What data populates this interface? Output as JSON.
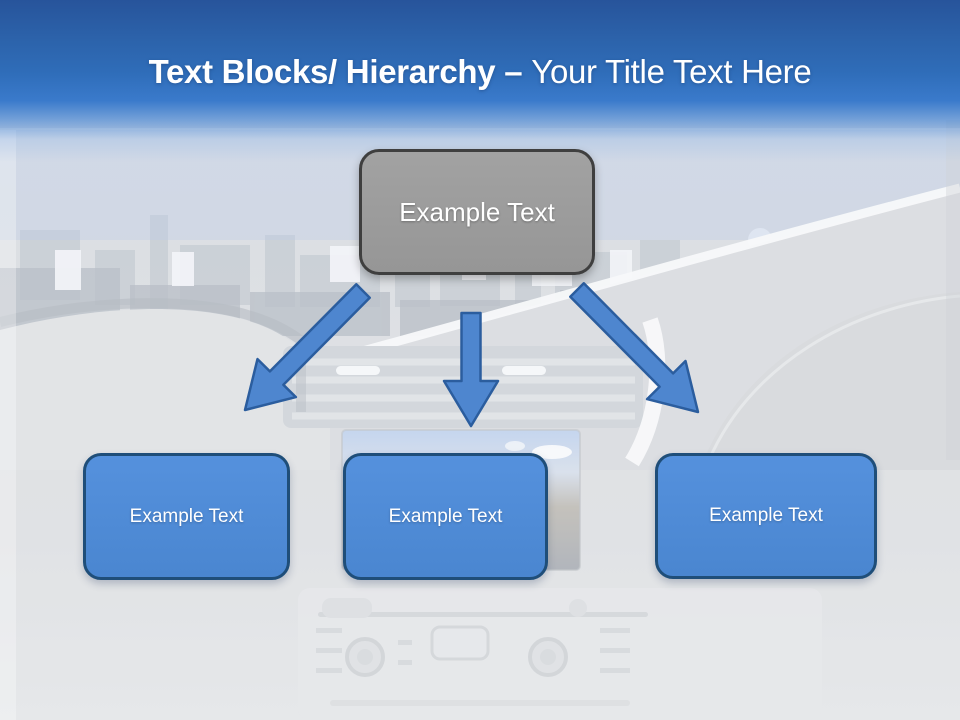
{
  "slide": {
    "title": {
      "emphasis": "Text Blocks/ Hierarchy –",
      "rest": "Your Title Text Here"
    }
  },
  "diagram": {
    "root": {
      "label": "Example Text"
    },
    "children": [
      {
        "label": "Example Text"
      },
      {
        "label": "Example Text"
      },
      {
        "label": "Example Text"
      }
    ]
  },
  "colors": {
    "header_blue_top": "#27549b",
    "header_blue_mid": "#3273c3",
    "title_text": "#ffffff",
    "root_fill": "#9b9b9b",
    "root_border": "#3f3f3f",
    "child_fill": "#4e8cd8",
    "child_border": "#1f4e79",
    "arrow_fill": "#4e86cf",
    "arrow_border": "#2b5d9e"
  }
}
